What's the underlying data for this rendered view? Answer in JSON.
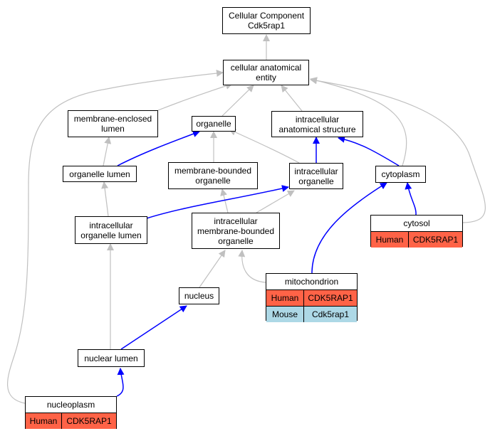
{
  "colors": {
    "gray_edge": "#c0c0c0",
    "blue_edge": "#0000ff",
    "human": "#ff6347",
    "mouse": "#add8e6"
  },
  "nodes": {
    "root": "Cellular Component\nCdk5rap1",
    "cae": "cellular anatomical\nentity",
    "mel": "membrane-enclosed\nlumen",
    "organelle": "organelle",
    "ias": "intracellular\nanatomical structure",
    "olumen": "organelle lumen",
    "mbo": "membrane-bounded\norganelle",
    "io": "intracellular\norganelle",
    "cytoplasm": "cytoplasm",
    "iol": "intracellular\norganelle lumen",
    "imbo": "intracellular\nmembrane-bounded\norganelle",
    "nucleus": "nucleus",
    "nlumen": "nuclear lumen"
  },
  "annotated": {
    "cytosol": {
      "title": "cytosol",
      "rows": [
        {
          "species": "Human",
          "gene": "CDK5RAP1",
          "color": "#ff6347"
        }
      ]
    },
    "mito": {
      "title": "mitochondrion",
      "rows": [
        {
          "species": "Human",
          "gene": "CDK5RAP1",
          "color": "#ff6347"
        },
        {
          "species": "Mouse",
          "gene": "Cdk5rap1",
          "color": "#add8e6"
        }
      ]
    },
    "nucleoplasm": {
      "title": "nucleoplasm",
      "rows": [
        {
          "species": "Human",
          "gene": "CDK5RAP1",
          "color": "#ff6347"
        }
      ]
    }
  }
}
